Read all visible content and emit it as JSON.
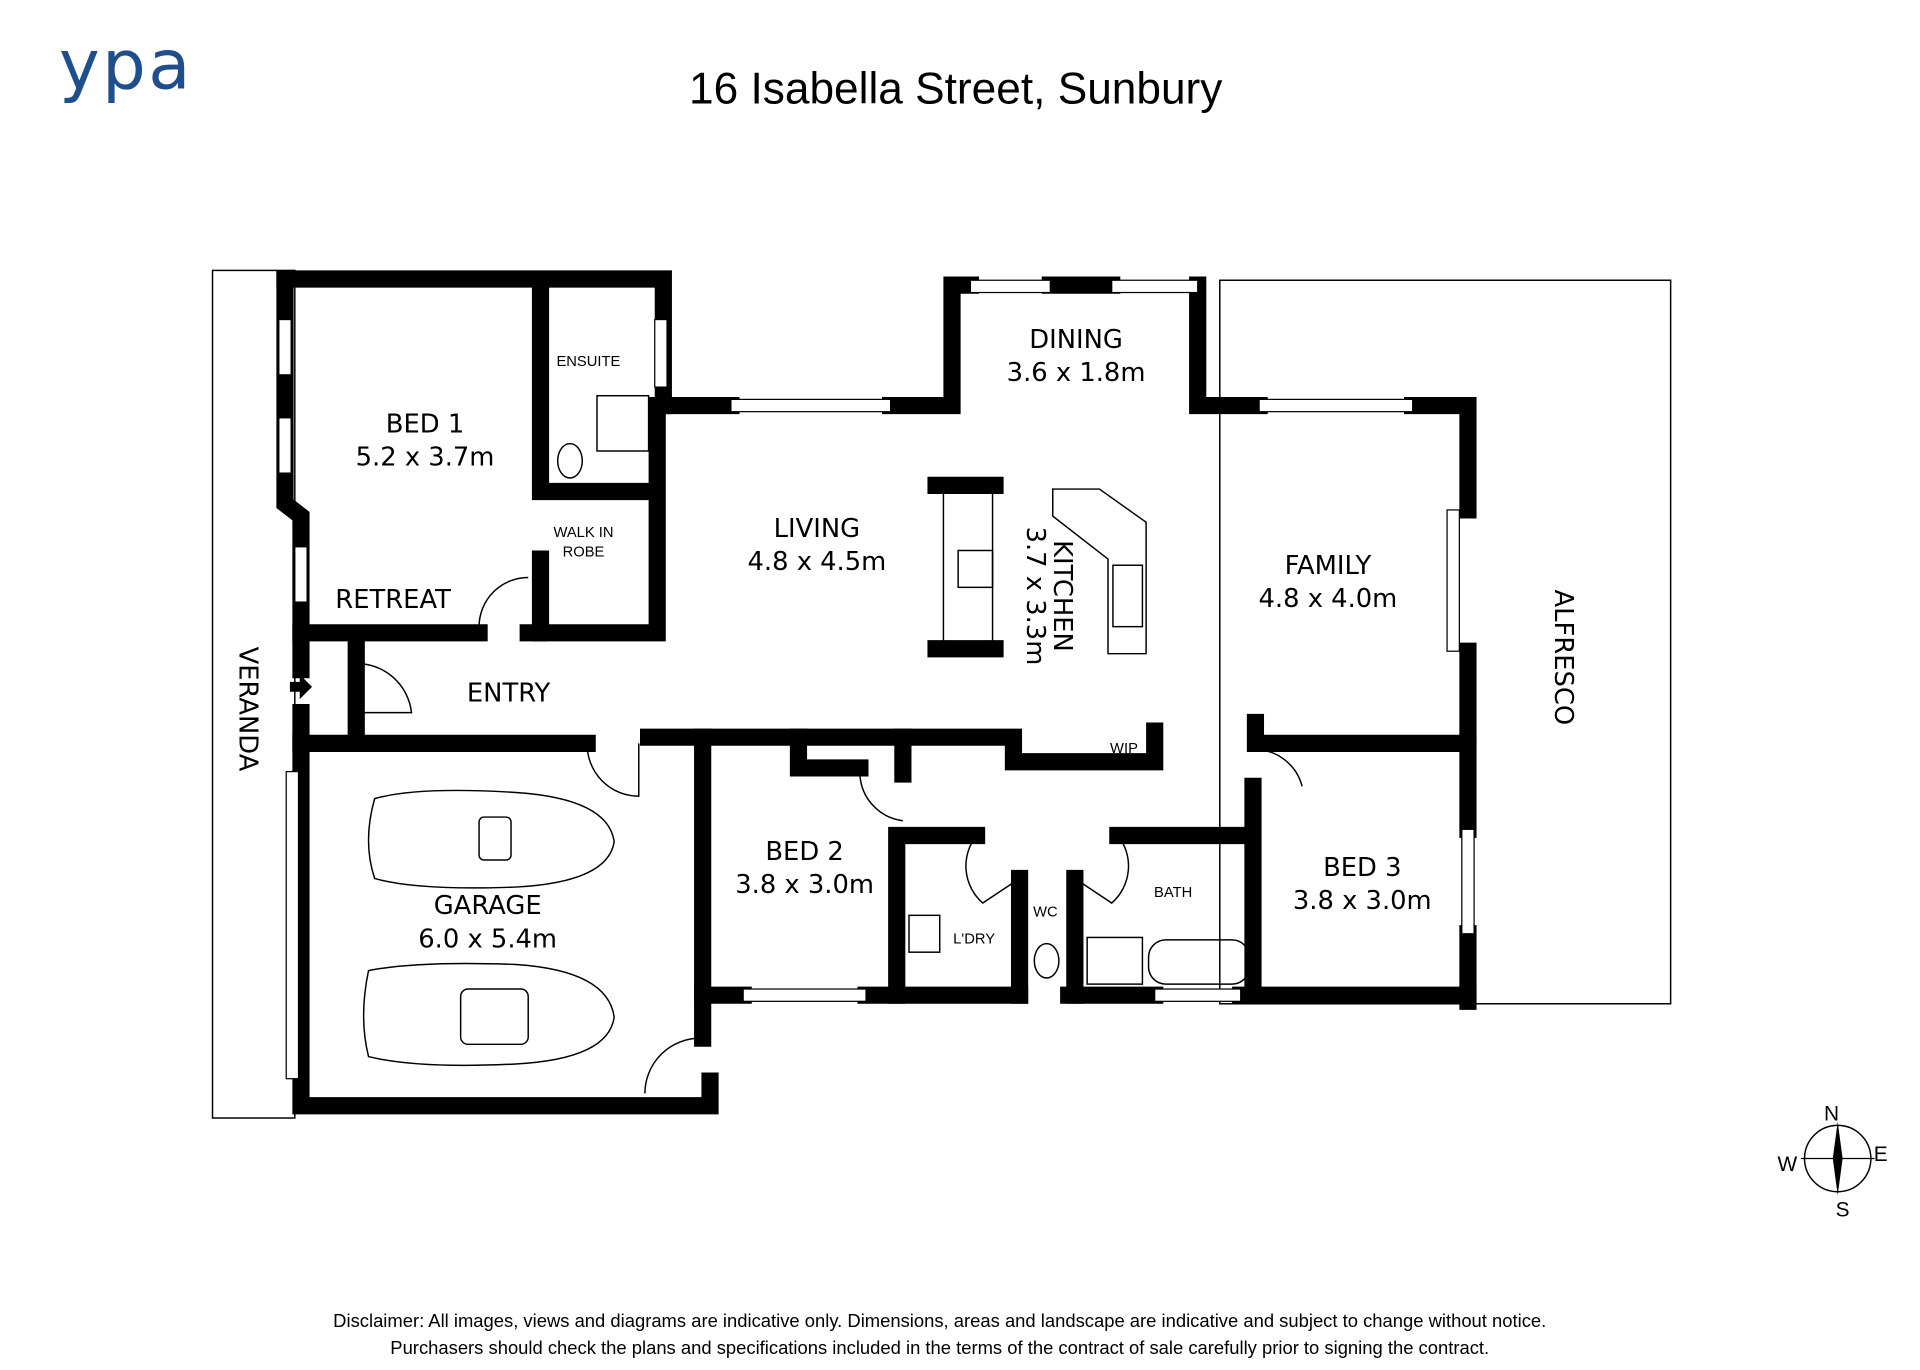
{
  "header": {
    "logo_text": "ypa",
    "title": "16 Isabella Street, Sunbury"
  },
  "rooms": {
    "bed1": {
      "name": "BED 1",
      "size": "5.2 x 3.7m"
    },
    "ensuite": {
      "name": "ENSUITE"
    },
    "walk_in_robe": {
      "line1": "WALK IN",
      "line2": "ROBE"
    },
    "retreat": {
      "name": "RETREAT"
    },
    "entry": {
      "name": "ENTRY"
    },
    "veranda": {
      "name": "VERANDA"
    },
    "garage": {
      "name": "GARAGE",
      "size": "6.0 x 5.4m"
    },
    "dining": {
      "name": "DINING",
      "size": "3.6 x 1.8m"
    },
    "living": {
      "name": "LIVING",
      "size": "4.8 x 4.5m"
    },
    "kitchen": {
      "name": "KITCHEN",
      "size": "3.7 x 3.3m"
    },
    "family": {
      "name": "FAMILY",
      "size": "4.8 x 4.0m"
    },
    "alfresco": {
      "name": "ALFRESCO"
    },
    "wip": {
      "name": "WIP"
    },
    "bed2": {
      "name": "BED 2",
      "size": "3.8 x 3.0m"
    },
    "laundry": {
      "name": "L'DRY"
    },
    "wc": {
      "name": "WC"
    },
    "bath": {
      "name": "BATH"
    },
    "bed3": {
      "name": "BED 3",
      "size": "3.8 x 3.0m"
    }
  },
  "compass": {
    "n": "N",
    "e": "E",
    "s": "S",
    "w": "W"
  },
  "disclaimer": {
    "line1": "Disclaimer: All images, views and diagrams are indicative only. Dimensions, areas and landscape are indicative and subject to change without notice.",
    "line2": "Purchasers should check the plans and specifications included in the terms of the contract of sale carefully prior to signing the contract."
  }
}
